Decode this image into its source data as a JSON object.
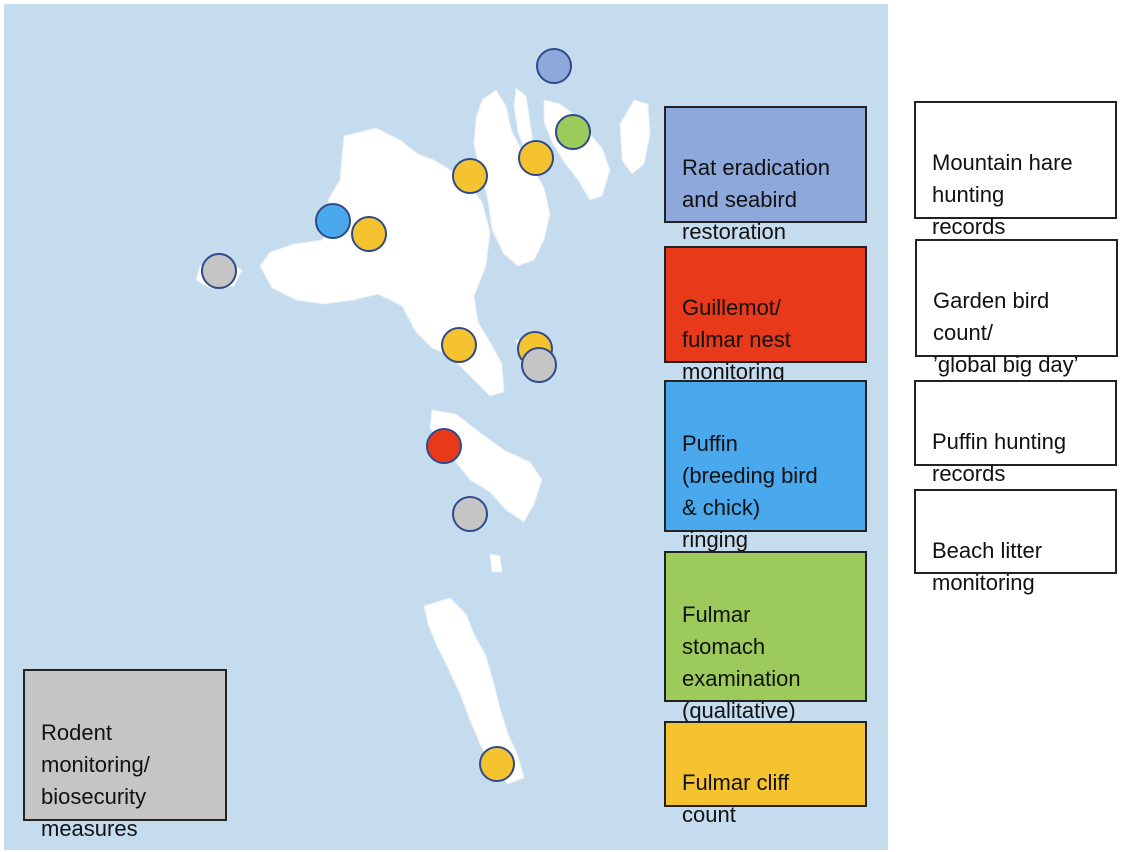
{
  "legend": {
    "rat_eradication": {
      "label": "Rat eradication\nand seabird\nrestoration",
      "color": "#8fa8dc"
    },
    "guillemot_fulmar_nest": {
      "label": "Guillemot/\nfulmar nest\nmonitoring",
      "color": "#e8391b"
    },
    "puffin_ringing": {
      "label": "Puffin\n(breeding bird\n& chick)\nringing",
      "color": "#4aa8ec"
    },
    "fulmar_stomach": {
      "label": "Fulmar\nstomach\nexamination\n(qualitative)",
      "color": "#9ccb5b"
    },
    "fulmar_cliff_count": {
      "label": "Fulmar cliff\ncount",
      "color": "#f5c230"
    },
    "rodent_monitoring": {
      "label": "Rodent\nmonitoring/\nbiosecurity\nmeasures",
      "color": "#c5c5c5"
    }
  },
  "unmapped_activities": [
    {
      "label": "Mountain hare\nhunting\nrecords"
    },
    {
      "label": "Garden bird\ncount/\n’global big day’"
    },
    {
      "label": "Puffin hunting\nrecords"
    },
    {
      "label": "Beach litter\nmonitoring"
    }
  ],
  "colors": {
    "sea": "#c5dbee",
    "land": "#ffffff",
    "marker_outline": "#2f4a8a"
  },
  "map_markers": [
    {
      "activity": "rat_eradication"
    },
    {
      "activity": "fulmar_stomach"
    },
    {
      "activity": "fulmar_cliff_count"
    },
    {
      "activity": "fulmar_cliff_count"
    },
    {
      "activity": "puffin_ringing"
    },
    {
      "activity": "fulmar_cliff_count"
    },
    {
      "activity": "rodent_monitoring"
    },
    {
      "activity": "fulmar_cliff_count"
    },
    {
      "activity": "fulmar_cliff_count"
    },
    {
      "activity": "rodent_monitoring"
    },
    {
      "activity": "guillemot_fulmar_nest"
    },
    {
      "activity": "rodent_monitoring"
    },
    {
      "activity": "fulmar_cliff_count"
    }
  ]
}
